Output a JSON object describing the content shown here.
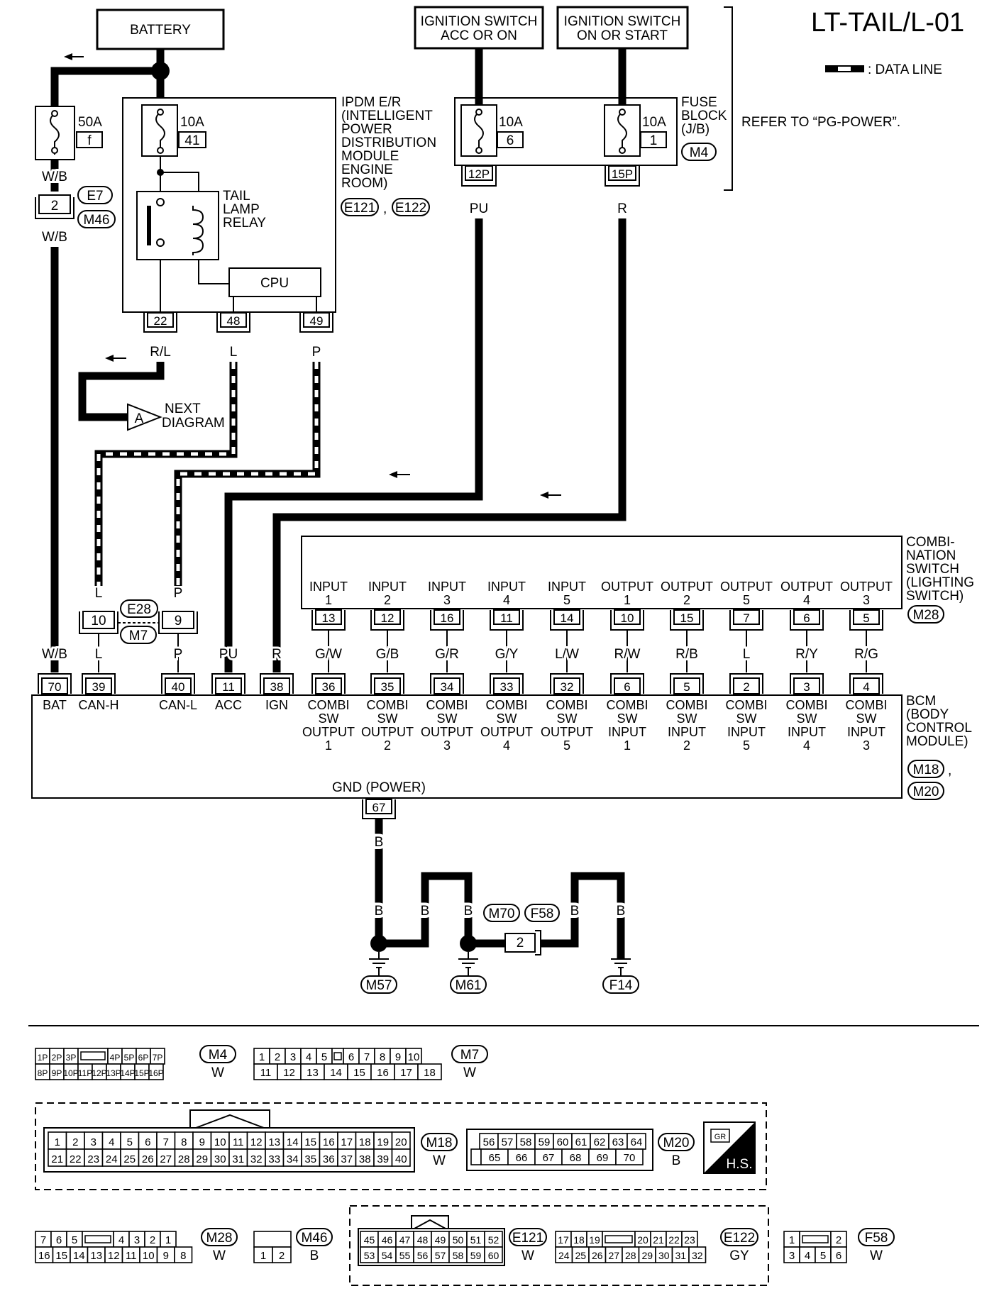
{
  "title": "LT-TAIL/L-01",
  "legend": {
    "data_line": ": DATA LINE"
  },
  "sources": {
    "battery": "BATTERY",
    "ign_acc_line1": "IGNITION SWITCH",
    "ign_acc_line2": "ACC OR ON",
    "ign_on_line1": "IGNITION SWITCH",
    "ign_on_line2": "ON OR START"
  },
  "refer": "REFER TO “PG-POWER”.",
  "fuses": {
    "f50": {
      "rating": "50A",
      "id": "f"
    },
    "f10_ipdm": {
      "rating": "10A",
      "id": "41"
    },
    "f10_acc": {
      "rating": "10A",
      "id": "6"
    },
    "f10_on": {
      "rating": "10A",
      "id": "1"
    }
  },
  "ipdm": {
    "label": [
      "IPDM E/R",
      "(INTELLIGENT",
      "POWER",
      "DISTRIBUTION",
      "MODULE",
      "ENGINE",
      "ROOM)"
    ],
    "connectors": [
      "E121",
      "E122"
    ],
    "comma": ",",
    "relay": [
      "TAIL",
      "LAMP",
      "RELAY"
    ],
    "cpu": "CPU",
    "pins": [
      "22",
      "48",
      "49"
    ]
  },
  "fuse_block": {
    "label": [
      "FUSE",
      "BLOCK",
      "(J/B)"
    ],
    "connector": "M4",
    "pins": [
      "12P",
      "15P"
    ]
  },
  "connector_e7": {
    "pin": "2",
    "ids": [
      "E7",
      "M46"
    ]
  },
  "connector_e28": {
    "pins": [
      "10",
      "9"
    ],
    "ids": [
      "E28",
      "M7"
    ]
  },
  "wires": {
    "wb_top": "W/B",
    "wb_mid": "W/B",
    "wb_bcm": "W/B",
    "rl": "R/L",
    "l_ipdm": "L",
    "p_ipdm": "P",
    "pu_top": "PU",
    "r_top": "R",
    "l_mid": "L",
    "p_mid": "P",
    "l_bcm": "L",
    "p_bcm": "P",
    "pu_bcm": "PU",
    "r_bcm": "R",
    "b": "B"
  },
  "next_diagram": {
    "letter": "A",
    "label": [
      "NEXT",
      "DIAGRAM"
    ]
  },
  "combination_switch": {
    "label": [
      "COMBI-",
      "NATION",
      "SWITCH",
      "(LIGHTING",
      "SWITCH)"
    ],
    "connector": "M28",
    "terminals": [
      {
        "name": "INPUT",
        "num": "1",
        "pin": "13",
        "wire": "G/W"
      },
      {
        "name": "INPUT",
        "num": "2",
        "pin": "12",
        "wire": "G/B"
      },
      {
        "name": "INPUT",
        "num": "3",
        "pin": "16",
        "wire": "G/R"
      },
      {
        "name": "INPUT",
        "num": "4",
        "pin": "11",
        "wire": "G/Y"
      },
      {
        "name": "INPUT",
        "num": "5",
        "pin": "14",
        "wire": "L/W"
      },
      {
        "name": "OUTPUT",
        "num": "1",
        "pin": "10",
        "wire": "R/W"
      },
      {
        "name": "OUTPUT",
        "num": "2",
        "pin": "15",
        "wire": "R/B"
      },
      {
        "name": "OUTPUT",
        "num": "5",
        "pin": "7",
        "wire": "L"
      },
      {
        "name": "OUTPUT",
        "num": "4",
        "pin": "6",
        "wire": "R/Y"
      },
      {
        "name": "OUTPUT",
        "num": "3",
        "pin": "5",
        "wire": "R/G"
      }
    ]
  },
  "bcm": {
    "label": [
      "BCM",
      "(BODY",
      "CONTROL",
      "MODULE)"
    ],
    "connectors": [
      "M18",
      "M20"
    ],
    "comma": ",",
    "gnd_label": "GND (POWER)",
    "gnd_pin": "67",
    "left_pins": [
      {
        "pin": "70",
        "name": "BAT"
      },
      {
        "pin": "39",
        "name": "CAN-H"
      },
      {
        "pin": "40",
        "name": "CAN-L"
      },
      {
        "pin": "11",
        "name": "ACC"
      },
      {
        "pin": "38",
        "name": "IGN"
      }
    ],
    "right_pins": [
      {
        "pin": "36",
        "lines": [
          "COMBI",
          "SW",
          "OUTPUT",
          "1"
        ]
      },
      {
        "pin": "35",
        "lines": [
          "COMBI",
          "SW",
          "OUTPUT",
          "2"
        ]
      },
      {
        "pin": "34",
        "lines": [
          "COMBI",
          "SW",
          "OUTPUT",
          "3"
        ]
      },
      {
        "pin": "33",
        "lines": [
          "COMBI",
          "SW",
          "OUTPUT",
          "4"
        ]
      },
      {
        "pin": "32",
        "lines": [
          "COMBI",
          "SW",
          "OUTPUT",
          "5"
        ]
      },
      {
        "pin": "6",
        "lines": [
          "COMBI",
          "SW",
          "INPUT",
          "1"
        ]
      },
      {
        "pin": "5",
        "lines": [
          "COMBI",
          "SW",
          "INPUT",
          "2"
        ]
      },
      {
        "pin": "2",
        "lines": [
          "COMBI",
          "SW",
          "INPUT",
          "5"
        ]
      },
      {
        "pin": "3",
        "lines": [
          "COMBI",
          "SW",
          "INPUT",
          "4"
        ]
      },
      {
        "pin": "4",
        "lines": [
          "COMBI",
          "SW",
          "INPUT",
          "3"
        ]
      }
    ]
  },
  "ground": {
    "joint_pin": "2",
    "joint_ids": [
      "M70",
      "F58"
    ],
    "grounds": [
      "M57",
      "M61",
      "F14"
    ]
  },
  "connector_views": {
    "m4": {
      "id": "M4",
      "color": "W",
      "row1": [
        "1P",
        "2P",
        "3P",
        "4P",
        "5P",
        "6P",
        "7P"
      ],
      "row2": [
        "8P",
        "9P",
        "10P",
        "11P",
        "12P",
        "13P",
        "14P",
        "15P",
        "16P"
      ]
    },
    "m7": {
      "id": "M7",
      "color": "W",
      "row1": [
        "1",
        "2",
        "3",
        "4",
        "5",
        "6",
        "7",
        "8",
        "9",
        "10"
      ],
      "row2": [
        "11",
        "12",
        "13",
        "14",
        "15",
        "16",
        "17",
        "18"
      ]
    },
    "m18": {
      "id": "M18",
      "color": "W",
      "row1": [
        "1",
        "2",
        "3",
        "4",
        "5",
        "6",
        "7",
        "8",
        "9",
        "10",
        "11",
        "12",
        "13",
        "14",
        "15",
        "16",
        "17",
        "18",
        "19",
        "20"
      ],
      "row2": [
        "21",
        "22",
        "23",
        "24",
        "25",
        "26",
        "27",
        "28",
        "29",
        "30",
        "31",
        "32",
        "33",
        "34",
        "35",
        "36",
        "37",
        "38",
        "39",
        "40"
      ]
    },
    "m20": {
      "id": "M20",
      "color": "B",
      "row1": [
        "56",
        "57",
        "58",
        "59",
        "60",
        "61",
        "62",
        "63",
        "64"
      ],
      "row2": [
        "65",
        "66",
        "67",
        "68",
        "69",
        "70"
      ]
    },
    "hs": "H.S.",
    "m28": {
      "id": "M28",
      "color": "W",
      "row1": [
        "7",
        "6",
        "5",
        "4",
        "3",
        "2",
        "1"
      ],
      "row2": [
        "16",
        "15",
        "14",
        "13",
        "12",
        "11",
        "10",
        "9",
        "8"
      ]
    },
    "m46": {
      "id": "M46",
      "color": "B",
      "row2": [
        "1",
        "2"
      ]
    },
    "e121": {
      "id": "E121",
      "color": "W",
      "row1": [
        "45",
        "46",
        "47",
        "48",
        "49",
        "50",
        "51",
        "52"
      ],
      "row2": [
        "53",
        "54",
        "55",
        "56",
        "57",
        "58",
        "59",
        "60"
      ]
    },
    "e122": {
      "id": "E122",
      "color": "GY",
      "row1": [
        "17",
        "18",
        "19",
        "20",
        "21",
        "22",
        "23"
      ],
      "row2": [
        "24",
        "25",
        "26",
        "27",
        "28",
        "29",
        "30",
        "31",
        "32"
      ]
    },
    "f58": {
      "id": "F58",
      "color": "W",
      "row1": [
        "1",
        "2"
      ],
      "row2": [
        "3",
        "4",
        "5",
        "6"
      ]
    }
  }
}
